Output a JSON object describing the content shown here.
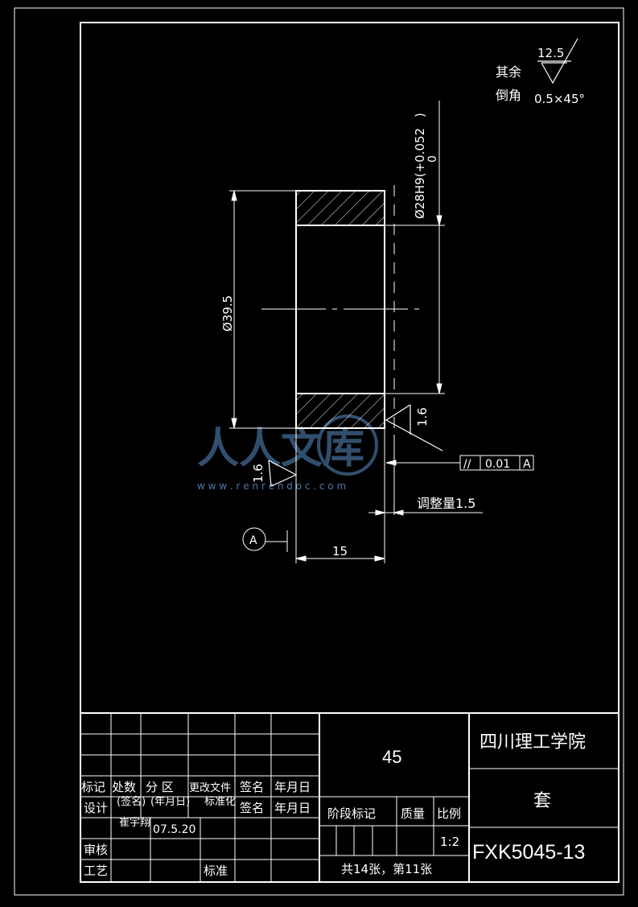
{
  "drawing": {
    "roughness_value": "12.5",
    "roughness_note": "其余",
    "chamfer_label": "倒角",
    "chamfer_value": "0.5×45°",
    "dim_bore": "Ø28H9(+0.052",
    "dim_bore_lower": "0",
    "dim_outer": "Ø39.5",
    "roughness_face_right": "1.6",
    "roughness_face_left": "1.6",
    "parallelism_symbol": "//",
    "parallelism_tolerance": "0.01",
    "parallelism_datum": "A",
    "adjust_note": "调整量1.5",
    "datum_label": "A",
    "dim_length": "15",
    "watermark_url": "w w w . r e n r e n d o c . c o m"
  },
  "title_block": {
    "material": "45",
    "school": "四川理工学院",
    "part_name": "套",
    "drawing_no": "FXK5045-13",
    "scale_label": "比例",
    "scale_value": "1:2",
    "stage_mark": "阶段标记",
    "mass": "质量",
    "sheets": "共14张，第11张",
    "headers": {
      "mark": "标记",
      "places": "处数",
      "zone": "分 区",
      "change_doc": "更改文件",
      "sign": "签名",
      "date": "年月日"
    },
    "design": "设计",
    "design_sign": "(签名)",
    "design_date": "(年月日)",
    "std": "标准化",
    "sign2": "签名",
    "date2": "年月日",
    "author_note": "崔宇翔",
    "design_date_value": "07.5.20",
    "review": "审核",
    "process": "工艺",
    "approve": "标准"
  }
}
